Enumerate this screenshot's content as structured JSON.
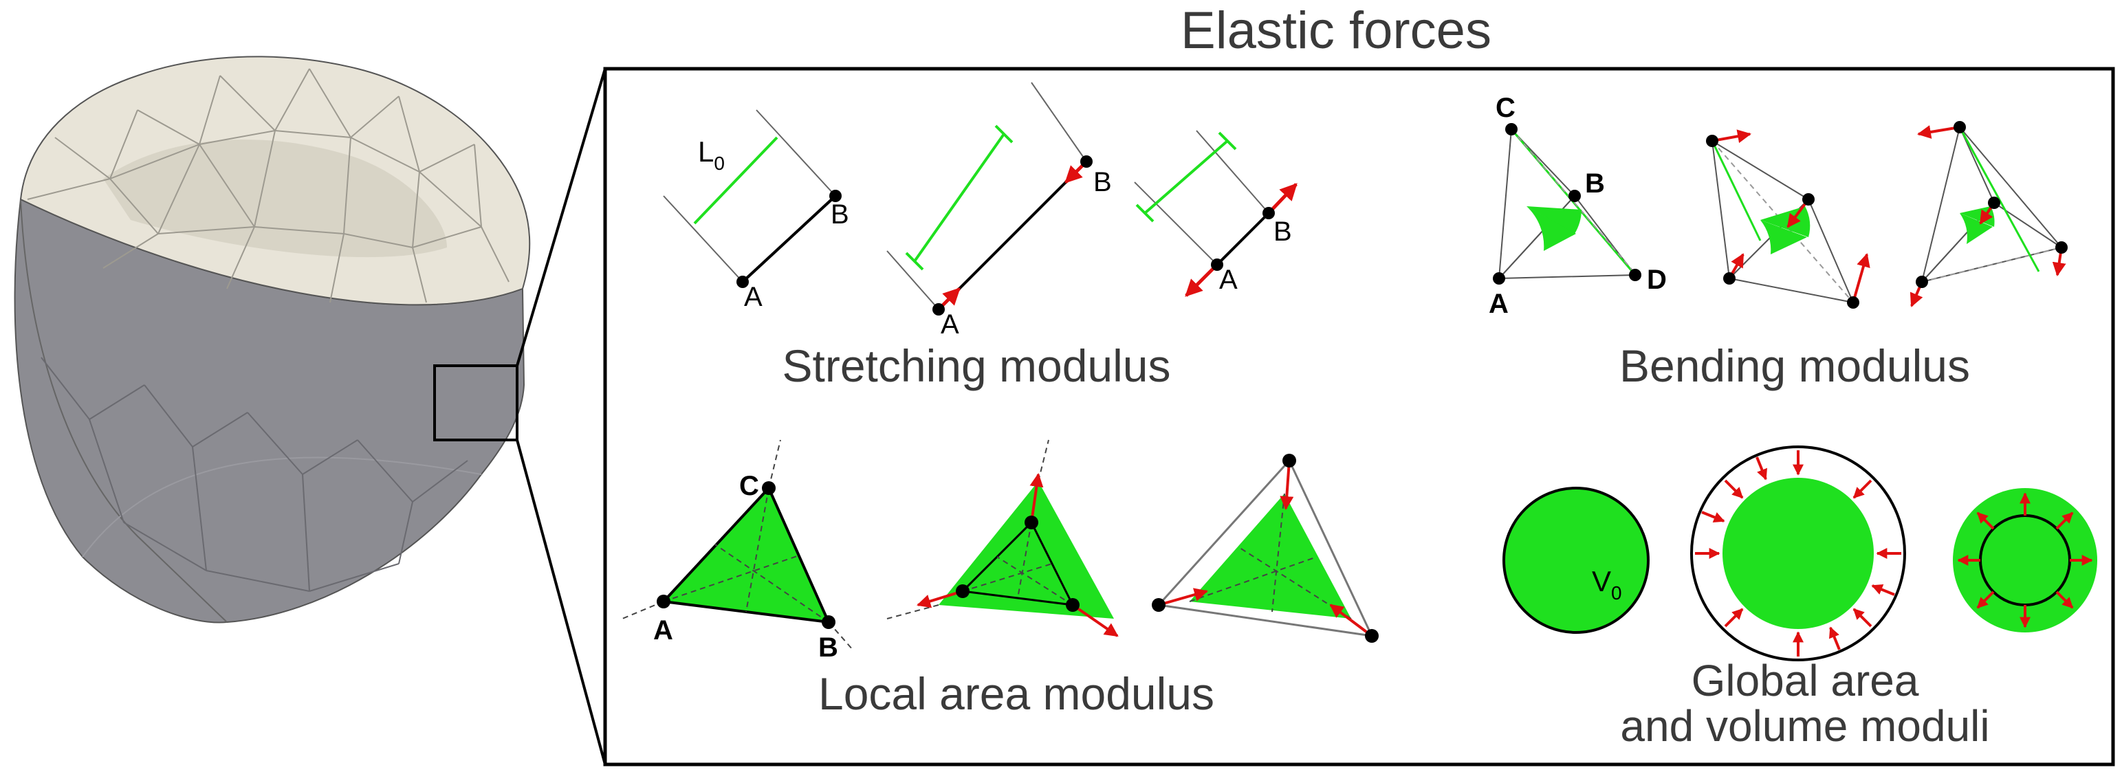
{
  "title": "Elastic forces",
  "panels": {
    "stretching": {
      "caption": "Stretching modulus",
      "rest_length_label": "L",
      "rest_length_subscript": "0",
      "points": [
        "A",
        "B"
      ]
    },
    "bending": {
      "caption": "Bending modulus",
      "points": [
        "A",
        "B",
        "C",
        "D"
      ]
    },
    "local_area": {
      "caption": "Local area modulus",
      "points": [
        "A",
        "B",
        "C"
      ]
    },
    "global": {
      "caption_line1": "Global area",
      "caption_line2": "and volume moduli",
      "volume_label": "V",
      "volume_subscript": "0"
    }
  },
  "colors": {
    "membrane_green": "#1fe01f",
    "force_red": "#e01010",
    "frame": "#000000",
    "caption_gray": "#3a3a3a",
    "mesh_top": "#e6e2d6",
    "mesh_side": "#8a8a90"
  }
}
